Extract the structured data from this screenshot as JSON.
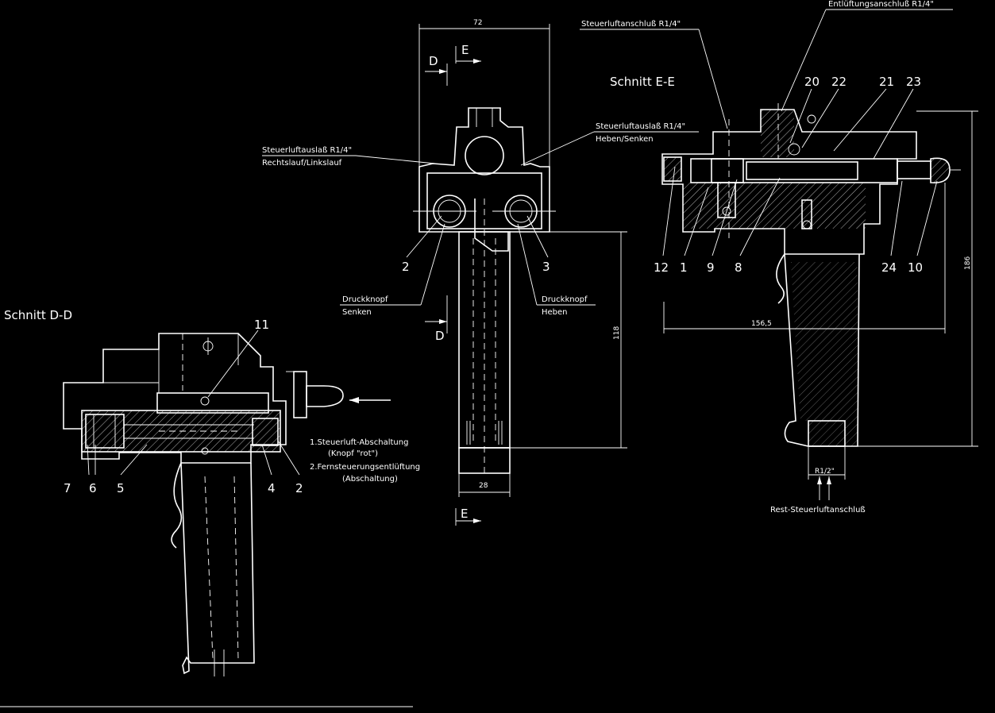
{
  "views": {
    "section_dd": {
      "title": "Schnitt D-D",
      "callouts": [
        "11",
        "7",
        "6",
        "5",
        "4",
        "2"
      ],
      "notes": [
        "1.Steuerluft-Abschaltung",
        "(Knopf \"rot\")",
        "2.Fernsteuerungsentlüftung",
        "(Abschaltung)"
      ]
    },
    "front_view": {
      "dims": {
        "width_top": "72",
        "width_bottom": "28",
        "height": "118"
      },
      "section_marks": {
        "d_top": "D",
        "e_top": "E",
        "d_bottom": "D",
        "e_bottom": "E"
      },
      "callouts": {
        "left": "2",
        "right": "3"
      },
      "labels": {
        "outlet_left_1": "Steuerluftauslaß R1/4\"",
        "outlet_left_2": "Rechtslauf/Linkslauf",
        "outlet_right_1": "Steuerluftauslaß R1/4\"",
        "outlet_right_2": "Heben/Senken",
        "button_left_1": "Druckknopf",
        "button_left_2": "Senken",
        "button_right_1": "Druckknopf",
        "button_right_2": "Heben"
      }
    },
    "section_ee": {
      "title": "Schnitt E-E",
      "top_label_1": "Entlüftungsanschluß R1/4\"",
      "top_label_2": "Steuerluftanschluß R1/4\"",
      "callouts_top": [
        "20",
        "22",
        "21",
        "23"
      ],
      "callouts_bottom": [
        "12",
        "1",
        "9",
        "8",
        "24",
        "10"
      ],
      "dims": {
        "width": "156,5",
        "height": "186",
        "port": "R1/2\""
      },
      "bottom_label": "Rest-Steuerluftanschluß"
    }
  }
}
